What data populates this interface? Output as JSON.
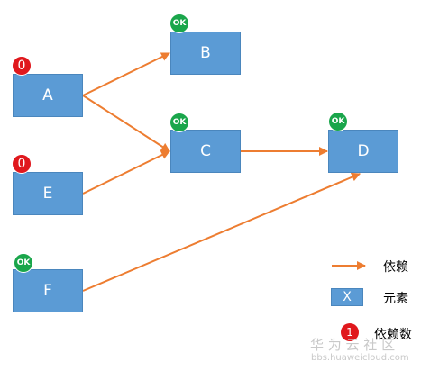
{
  "colors": {
    "node_fill": "#5b9bd5",
    "arrow": "#ed7d31",
    "ok_badge": "#1aa64b",
    "count_badge": "#e0181d"
  },
  "nodes": [
    {
      "id": "A",
      "label": "A",
      "badge": "0"
    },
    {
      "id": "B",
      "label": "B",
      "badge": "OK"
    },
    {
      "id": "C",
      "label": "C",
      "badge": "OK"
    },
    {
      "id": "D",
      "label": "D",
      "badge": "OK"
    },
    {
      "id": "E",
      "label": "E",
      "badge": "0"
    },
    {
      "id": "F",
      "label": "F",
      "badge": "OK"
    }
  ],
  "edges": [
    {
      "from": "A",
      "to": "B"
    },
    {
      "from": "A",
      "to": "C"
    },
    {
      "from": "E",
      "to": "C"
    },
    {
      "from": "C",
      "to": "D"
    },
    {
      "from": "F",
      "to": "D"
    }
  ],
  "legend": {
    "dependency_label": "依赖",
    "element_symbol": "X",
    "element_label": "元素",
    "count_badge": "1",
    "count_label": "依赖数"
  },
  "watermark": {
    "title": "华 为 云 社 区",
    "url": "bbs.huaweicloud.com"
  }
}
